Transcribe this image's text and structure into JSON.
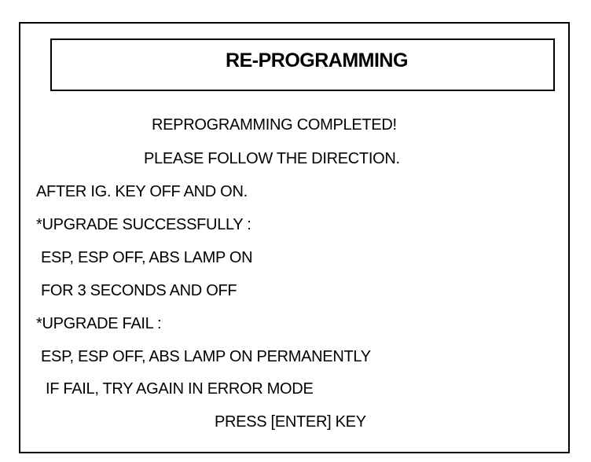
{
  "screen": {
    "title": "RE-PROGRAMMING",
    "messages": {
      "completed": "REPROGRAMMING COMPLETED!",
      "follow": "PLEASE FOLLOW THE DIRECTION.",
      "after_key": "AFTER IG. KEY OFF AND ON.",
      "success_heading": "*UPGRADE SUCCESSFULLY :",
      "success_line1": "ESP, ESP OFF, ABS LAMP ON",
      "success_line2": "FOR 3 SECONDS AND OFF",
      "fail_heading": "*UPGRADE FAIL :",
      "fail_line1": "ESP, ESP OFF, ABS LAMP ON PERMANENTLY",
      "fail_line2": "IF FAIL, TRY AGAIN IN ERROR MODE",
      "prompt": "PRESS [ENTER] KEY"
    }
  }
}
